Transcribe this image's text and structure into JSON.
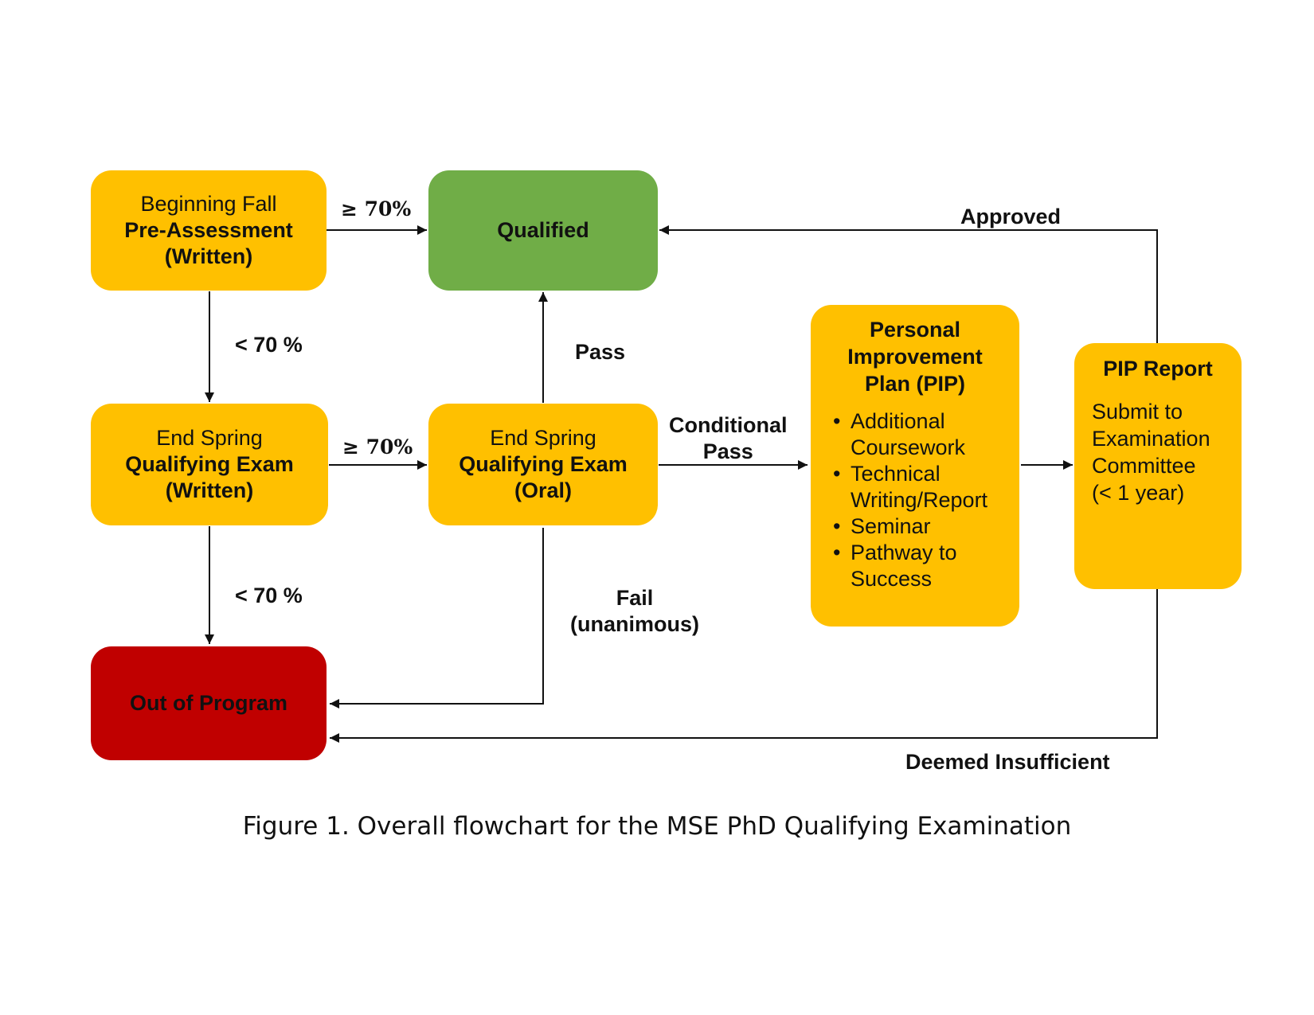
{
  "nodes": {
    "pre_assessment": {
      "line1": "Beginning Fall",
      "line2": "Pre-Assessment",
      "line3": "(Written)"
    },
    "qualified": {
      "label": "Qualified"
    },
    "written_exam": {
      "line1": "End Spring",
      "line2": "Qualifying Exam",
      "line3": "(Written)"
    },
    "oral_exam": {
      "line1": "End Spring",
      "line2": "Qualifying Exam",
      "line3": "(Oral)"
    },
    "pip": {
      "title_line1": "Personal",
      "title_line2": "Improvement",
      "title_line3": "Plan (PIP)",
      "items": [
        {
          "line1": "Additional",
          "line2": "Coursework"
        },
        {
          "line1": "Technical",
          "line2": "Writing/Report"
        },
        {
          "line1": "Seminar",
          "line2": ""
        },
        {
          "line1": "Pathway to",
          "line2": "Success"
        }
      ]
    },
    "pip_report": {
      "title": "PIP Report",
      "body": [
        "Submit to",
        "Examination",
        "Committee",
        "(< 1 year)"
      ]
    },
    "out_of_program": {
      "label": "Out of Program"
    }
  },
  "edge_labels": {
    "pre_to_qualified": "≥ 70%",
    "pre_to_written": "< 70 %",
    "written_to_oral": "≥ 70%",
    "written_to_out": "< 70 %",
    "oral_pass": "Pass",
    "conditional_line1": "Conditional",
    "conditional_line2": "Pass",
    "fail_line1": "Fail",
    "fail_line2": "(unanimous)",
    "approved": "Approved",
    "deemed_insufficient": "Deemed Insufficient"
  },
  "caption": "Figure 1. Overall flowchart for the MSE PhD Qualifying Examination",
  "colors": {
    "stage": "#FFC000",
    "qualified": "#70AD47",
    "out_of_program": "#C00000",
    "connector": "#111111"
  }
}
